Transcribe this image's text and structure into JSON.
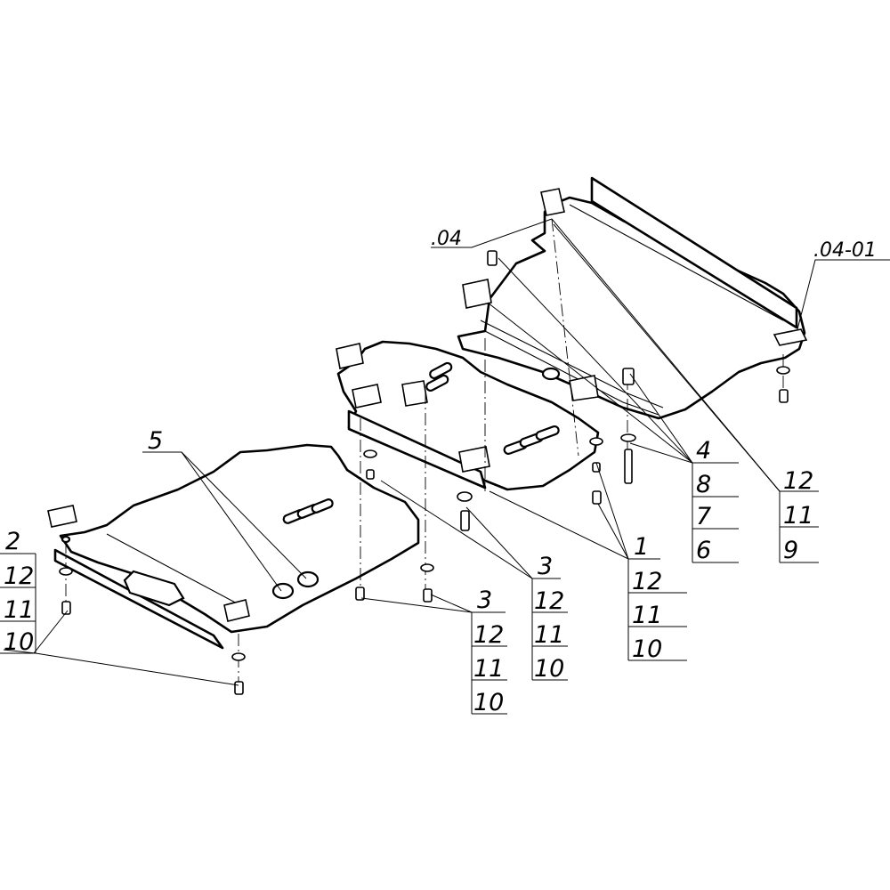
{
  "callouts": {
    "c04": ".04",
    "c0401": ".04-01",
    "c5": "5",
    "c4": "4",
    "c8": "8",
    "c7": "7",
    "c6": "6",
    "c12a": "12",
    "c11a": "11",
    "c9": "9",
    "c1": "1",
    "c12b": "12",
    "c11b": "11",
    "c10b": "10",
    "c3a": "3",
    "c12c": "12",
    "c11c": "11",
    "c10c": "10",
    "c3b": "3",
    "c12d": "12",
    "c11d": "11",
    "c10d": "10",
    "c2": "2",
    "c12e": "12",
    "c11e": "11",
    "c10e": "10"
  }
}
